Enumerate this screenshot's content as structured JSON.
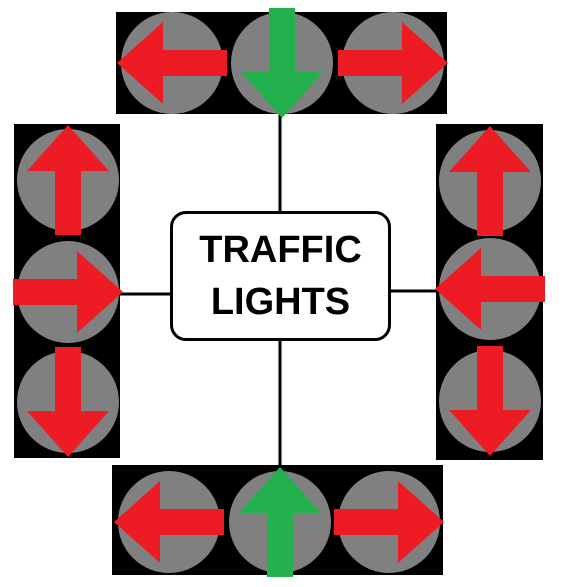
{
  "label": {
    "line1": "TRAFFIC",
    "line2": "LIGHTS"
  },
  "colors": {
    "panel": "#000000",
    "lamp": "#808080",
    "red_arrow": "#ED1C24",
    "green_arrow": "#22B14C",
    "connector": "#000000"
  },
  "signals": {
    "north": [
      "left-red",
      "down-green",
      "right-red"
    ],
    "west": [
      "up-red",
      "right-red",
      "down-red"
    ],
    "east": [
      "up-red",
      "left-red",
      "down-red"
    ],
    "south": [
      "left-red",
      "up-green",
      "right-red"
    ]
  }
}
